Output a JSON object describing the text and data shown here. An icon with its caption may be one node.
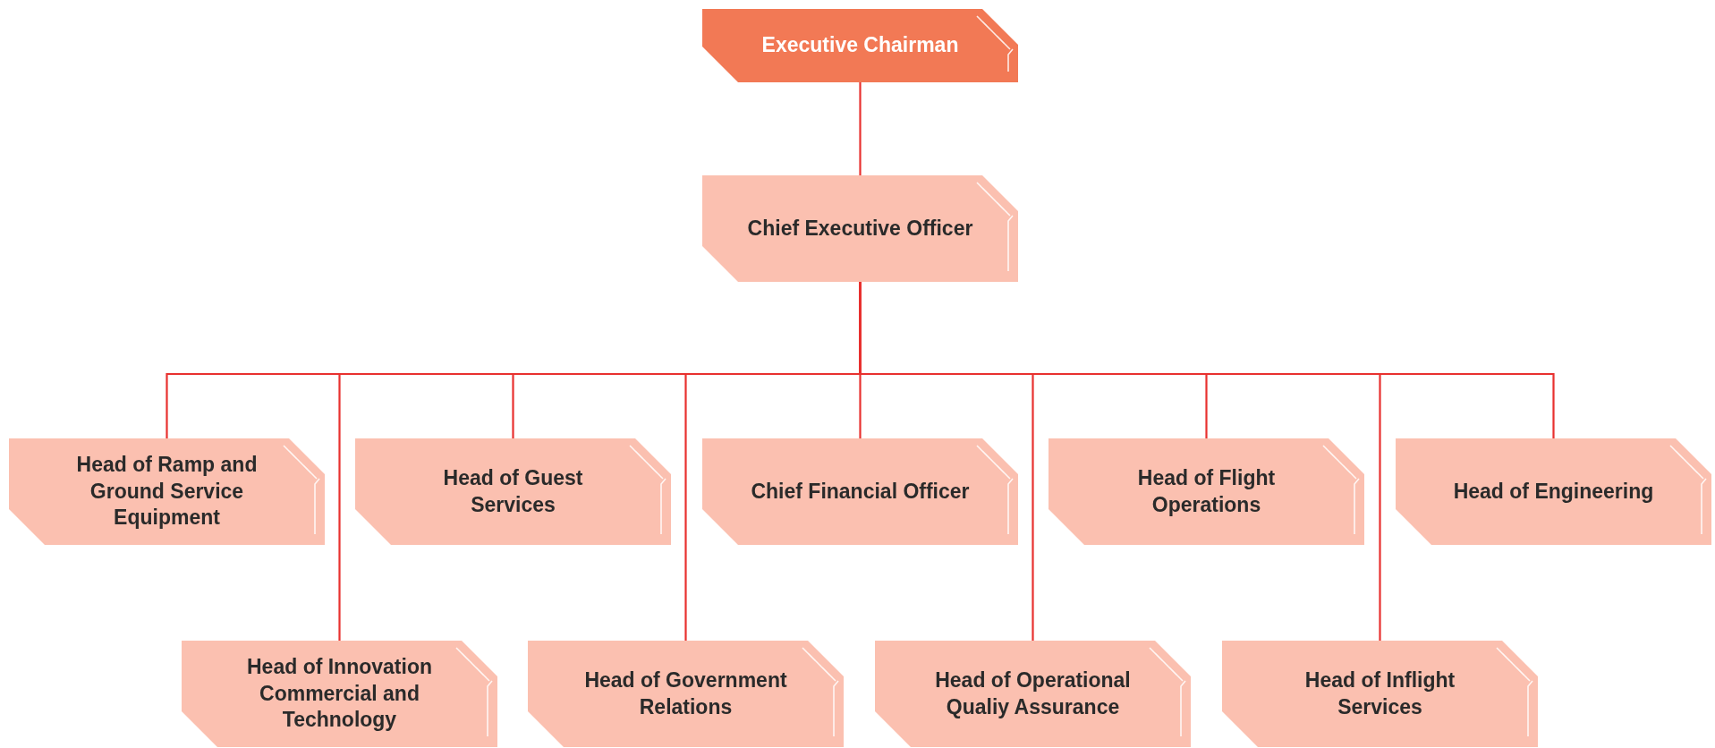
{
  "diagram": {
    "nodes": [
      {
        "text": [
          "Executive Chairman"
        ]
      },
      {
        "text": [
          "Chief Executive Officer"
        ]
      },
      {
        "text": [
          "Head of Ramp and Ground Service Equipment"
        ]
      },
      {
        "text": [
          "Head of Guest Services"
        ]
      },
      {
        "text": [
          "Chief Financial Officer"
        ]
      },
      {
        "text": [
          "Head of Flight Operations"
        ]
      },
      {
        "text": [
          "Head of Engineering"
        ]
      },
      {
        "text": [
          "Head of Innovation Commercial and Technology"
        ]
      },
      {
        "text": [
          "Head of Government Relations"
        ]
      },
      {
        "text": [
          "Head of Operational Qualiy Assurance"
        ]
      },
      {
        "text": [
          "Head of Inflight Services"
        ]
      }
    ],
    "edges": [
      {
        "from": 0,
        "to": 1,
        "arrow": "none"
      },
      {
        "from": 1,
        "to": 2,
        "arrow": "none"
      },
      {
        "from": 1,
        "to": 7,
        "arrow": "none"
      },
      {
        "from": 1,
        "to": 3,
        "arrow": "none"
      },
      {
        "from": 1,
        "to": 8,
        "arrow": "none"
      },
      {
        "from": 1,
        "to": 4,
        "arrow": "none"
      },
      {
        "from": 1,
        "to": 9,
        "arrow": "none"
      },
      {
        "from": 1,
        "to": 5,
        "arrow": "none"
      },
      {
        "from": 1,
        "to": 10,
        "arrow": "none"
      },
      {
        "from": 1,
        "to": 6,
        "arrow": "none"
      }
    ]
  }
}
